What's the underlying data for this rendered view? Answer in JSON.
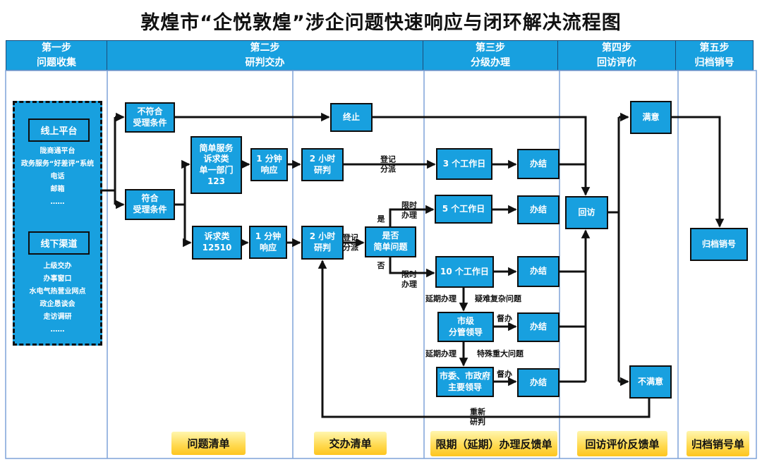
{
  "title": "敦煌市“企悦敦煌”涉企问题快速响应与闭环解决流程图",
  "header": {
    "steps": [
      "第一步\n问题收集",
      "第二步\n研判交办",
      "第三步\n分级办理",
      "第四步\n回访评价",
      "第五步\n归档销号"
    ]
  },
  "collection": {
    "online": {
      "title": "线上平台",
      "items": [
        "陇商通平台",
        "政务服务“好差评”系统",
        "电话",
        "邮箱",
        "……"
      ]
    },
    "offline": {
      "title": "线下渠道",
      "items": [
        "上级交办",
        "办事窗口",
        "水电气热营业网点",
        "政企恳谈会",
        "走访调研",
        "……"
      ]
    }
  },
  "nodes": {
    "not_accepted": "不符合\n受理条件",
    "accepted": "符合\n受理条件",
    "simple_service": "简单服务\n诉求类\n单一部门\n123",
    "appeal_12510": "诉求类\n12510",
    "one_min": "1 分钟\n响应",
    "two_hour": "2 小时\n研判",
    "terminate": "终止",
    "is_simple": "是否\n简单问题",
    "days3": "3 个工作日",
    "days5": "5 个工作日",
    "days10": "10 个工作日",
    "city_leader": "市级\n分管领导",
    "main_leader": "市委、市政府\n主要领导",
    "complete": "办结",
    "revisit": "回访",
    "satisfied": "满意",
    "unsatisfied": "不满意",
    "archive": "归档销号"
  },
  "edge_labels": {
    "register_dispatch": "登记\n分派",
    "yes": "是",
    "no": "否",
    "time_limited": "限时\n办理",
    "extended": "延期办理",
    "difficult": "疑难复杂问题",
    "special": "特殊重大问题",
    "supervise": "督办",
    "re_evaluate": "重新\n研判"
  },
  "documents": {
    "problem_list": "问题清单",
    "assignment_list": "交办清单",
    "deadline_feedback": "限期（延期）办理反馈单",
    "revisit_feedback": "回访评价反馈单",
    "archive_list": "归档销号单"
  },
  "colors": {
    "box_fill": "#18A0DF",
    "box_border": "#0e0e0e",
    "grid_line": "#7FA3D9",
    "doc_gradient_top": "#FFF6AE",
    "doc_gradient_bottom": "#FEC51F",
    "connector": "#111111"
  }
}
